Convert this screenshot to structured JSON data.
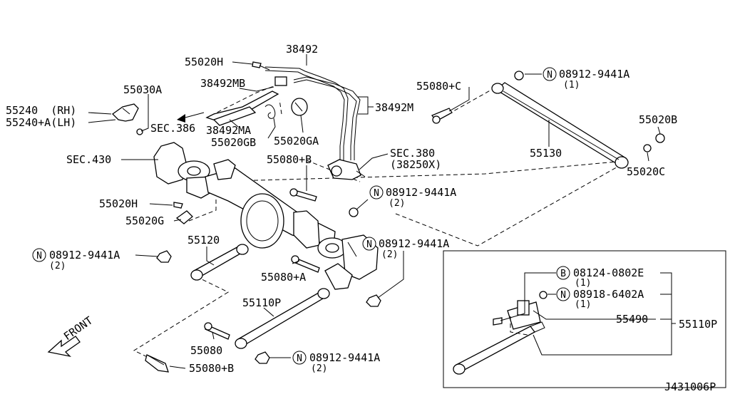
{
  "labels": {
    "p38492": "38492",
    "p55020H_top": "55020H",
    "p38492MB": "38492MB",
    "p55030A": "55030A",
    "p55240_rh": "55240  (RH)",
    "p55240_lh": "55240+A(LH)",
    "sec386": "SEC.386",
    "p38492MA": "38492MA",
    "p55020GB": "55020GB",
    "p55020GA": "55020GA",
    "p38492M": "38492M",
    "p55080C": "55080+C",
    "n08912_top": "08912-9441A",
    "n08912_top_qty": "(1)",
    "p55020B": "55020B",
    "p55130": "55130",
    "p55020C": "55020C",
    "sec430": "SEC.430",
    "p55080B_mid": "55080+B",
    "sec380": "SEC.380",
    "sec380_sub": "(38250X)",
    "n08912_mid": "08912-9441A",
    "n08912_mid_qty": "(2)",
    "p55020H_mid": "55020H",
    "p55020G": "55020G",
    "p55120": "55120",
    "n08912_left": "08912-9441A",
    "n08912_left_qty": "(2)",
    "n08912_right": "08912-9441A",
    "n08912_right_qty": "(2)",
    "p55080A": "55080+A",
    "p55110P": "55110P",
    "front": "FRONT",
    "p55080": "55080",
    "p55080B_bot": "55080+B",
    "n08912_bot": "08912-9441A",
    "n08912_bot_qty": "(2)",
    "b08124": "08124-0802E",
    "b08124_qty": "(1)",
    "n08918": "08918-6402A",
    "n08918_qty": "(1)",
    "p55490": "55490",
    "p55110P_inset": "55110P",
    "ref_code": "J431006P"
  },
  "markers": {
    "nut": "N",
    "bolt": "B"
  }
}
